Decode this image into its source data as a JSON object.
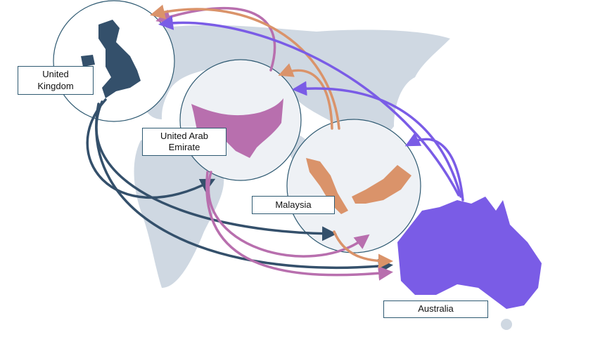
{
  "countries": [
    {
      "id": "uk",
      "label": "United Kingdom",
      "label_lines": [
        "United",
        "Kingdom"
      ],
      "color": "#34506b"
    },
    {
      "id": "uae",
      "label": "United Arab Emirate",
      "label_lines": [
        "United Arab",
        "Emirate"
      ],
      "color": "#b86fae"
    },
    {
      "id": "malaysia",
      "label": "Malaysia",
      "label_lines": [
        "Malaysia"
      ],
      "color": "#da936a"
    },
    {
      "id": "australia",
      "label": "Australia",
      "label_lines": [
        "Australia"
      ],
      "color": "#7a5ce6"
    }
  ],
  "flows": [
    {
      "from": "uk",
      "to": "uae"
    },
    {
      "from": "uk",
      "to": "malaysia"
    },
    {
      "from": "uk",
      "to": "australia"
    },
    {
      "from": "uae",
      "to": "uk"
    },
    {
      "from": "uae",
      "to": "malaysia"
    },
    {
      "from": "uae",
      "to": "australia"
    },
    {
      "from": "malaysia",
      "to": "uk"
    },
    {
      "from": "malaysia",
      "to": "uae"
    },
    {
      "from": "malaysia",
      "to": "australia"
    },
    {
      "from": "australia",
      "to": "uk"
    },
    {
      "from": "australia",
      "to": "uae"
    },
    {
      "from": "australia",
      "to": "malaysia"
    }
  ],
  "map_color": "#cfd8e2"
}
